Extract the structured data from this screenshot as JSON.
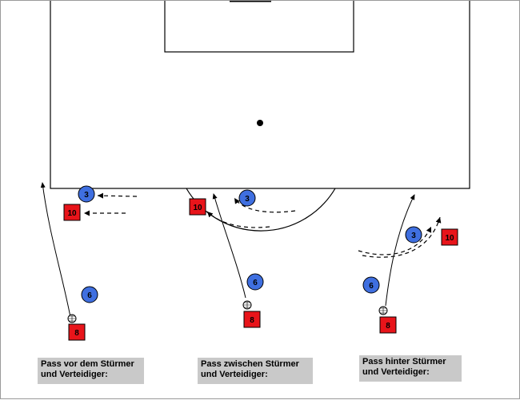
{
  "colors": {
    "defender": "#3f6fe0",
    "attacker": "#e8141a",
    "caption_bg": "#c9c9c9",
    "lines": "#000000"
  },
  "players": {
    "s1_defender": "3",
    "s1_attacker": "10",
    "s1_midfielder": "6",
    "s1_ball_carrier": "8",
    "s2_defender": "3",
    "s2_attacker": "10",
    "s2_midfielder": "6",
    "s2_ball_carrier": "8",
    "s3_defender": "3",
    "s3_attacker": "10",
    "s3_midfielder": "6",
    "s3_ball_carrier": "8"
  },
  "captions": {
    "scenario_1": "Pass vor dem Stürmer\nund Verteidiger:",
    "scenario_2": "Pass zwischen Stürmer\nund Verteidiger:",
    "scenario_3": "Pass hinter Stürmer\nund Verteidiger:"
  },
  "icons": {
    "ball": "soccer-ball-icon",
    "penalty_spot": "penalty-spot-icon"
  }
}
